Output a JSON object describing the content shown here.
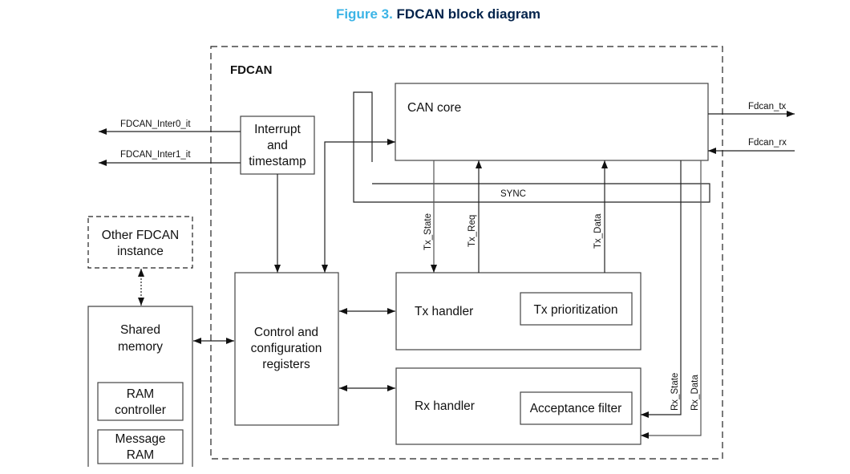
{
  "figure": {
    "number": "Figure 3.",
    "title": "FDCAN block diagram"
  },
  "diagram": {
    "container_label": "FDCAN",
    "blocks": {
      "can_core": "CAN core",
      "interrupt": [
        "Interrupt",
        "and",
        "timestamp"
      ],
      "control": [
        "Control and",
        "configuration",
        "registers"
      ],
      "tx_handler": "Tx handler",
      "tx_prioritization": "Tx prioritization",
      "rx_handler": "Rx handler",
      "acceptance_filter": "Acceptance filter",
      "other_instance": [
        "Other FDCAN",
        "instance"
      ],
      "shared_memory": [
        "Shared",
        "memory"
      ],
      "ram_controller": [
        "RAM",
        "controller"
      ],
      "message_ram": [
        "Message",
        "RAM"
      ]
    },
    "signals": {
      "inter0": "FDCAN_Inter0_it",
      "inter1": "FDCAN_Inter1_it",
      "fdcan_tx": "Fdcan_tx",
      "fdcan_rx": "Fdcan_rx",
      "sync": "SYNC",
      "tx_state": "Tx_State",
      "tx_req": "Tx_Req",
      "tx_data": "Tx_Data",
      "rx_state": "Rx_State",
      "rx_data": "Rx_Data"
    }
  }
}
